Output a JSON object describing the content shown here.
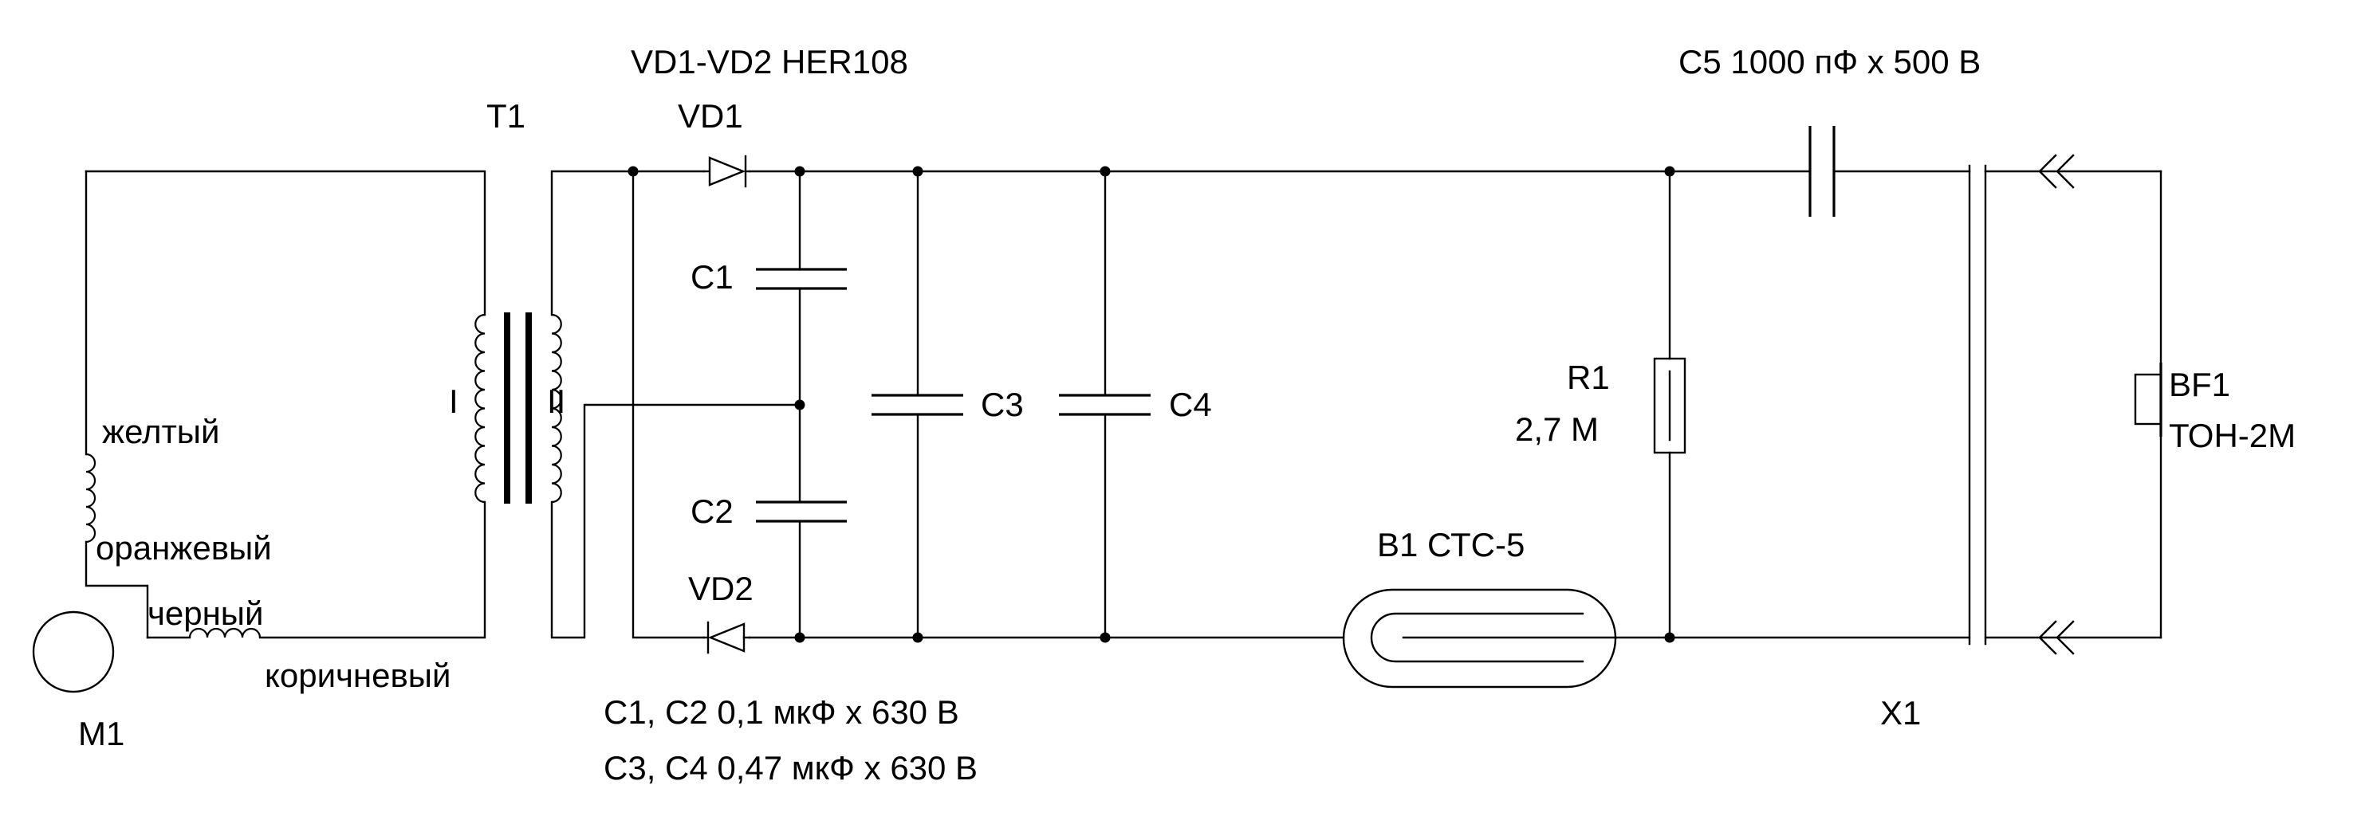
{
  "labels": {
    "vd_header": "VD1-VD2  HER108",
    "t1": "T1",
    "vd1": "VD1",
    "vd2": "VD2",
    "c1": "C1",
    "c2": "C2",
    "c3": "C3",
    "c4": "C4",
    "c5_spec": "C5 1000 пФ х 500 В",
    "r1": "R1",
    "r1_value": "2,7 М",
    "b1": "B1 СТС-5",
    "bf1": "BF1",
    "bf1_type": "ТОН-2М",
    "x1": "X1",
    "m1": "M1",
    "winding_primary": "I",
    "winding_secondary": "II",
    "wire_yellow": "желтый",
    "wire_orange": "оранжевый",
    "wire_black": "черный",
    "wire_brown": "коричневый",
    "note_c1c2": "C1, C2 0,1 мкФ х 630 В",
    "note_c3c4": "C3, C4 0,47 мкФ х 630 В"
  }
}
